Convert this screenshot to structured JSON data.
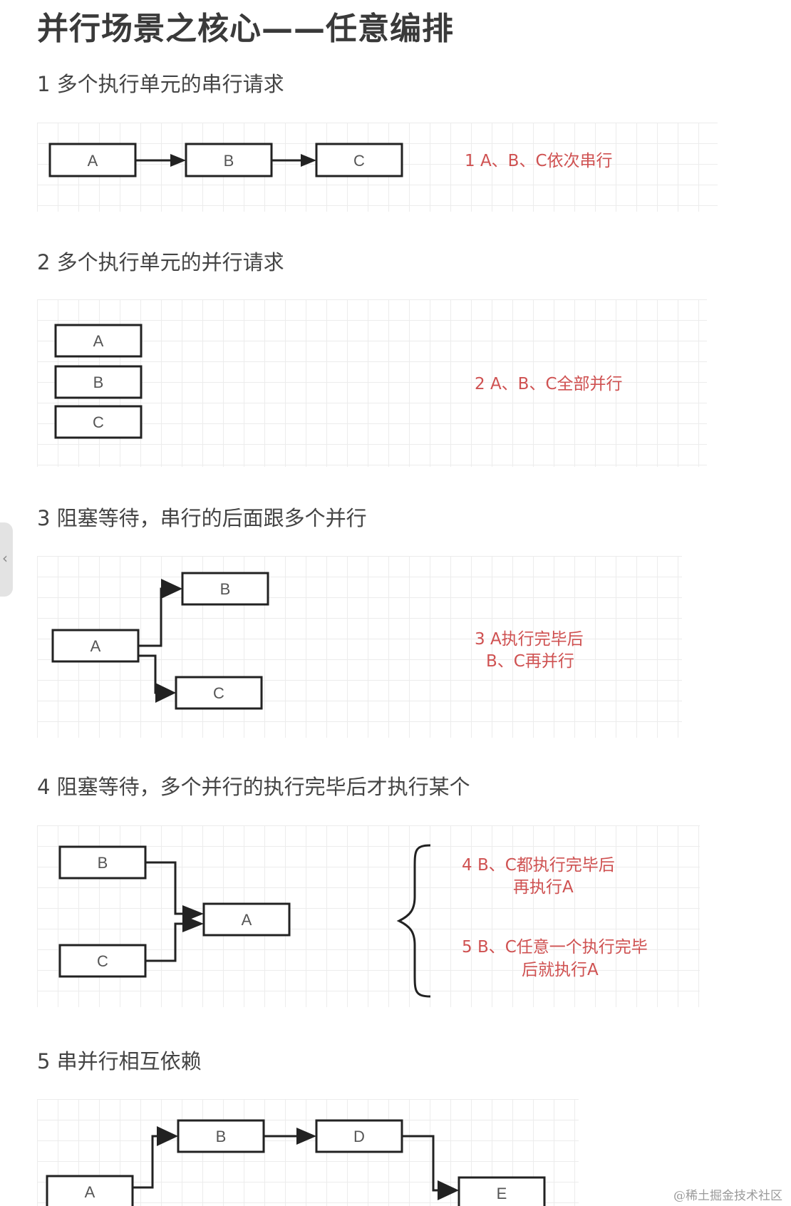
{
  "title": "并行场景之核心——任意编排",
  "sections": [
    {
      "heading": "1 多个执行单元的串行请求",
      "nodes": [
        "A",
        "B",
        "C"
      ],
      "notes": [
        "1 A、B、C依次串行"
      ]
    },
    {
      "heading": "2 多个执行单元的并行请求",
      "nodes": [
        "A",
        "B",
        "C"
      ],
      "notes": [
        "2 A、B、C全部并行"
      ]
    },
    {
      "heading": "3 阻塞等待，串行的后面跟多个并行",
      "nodes": [
        "A",
        "B",
        "C"
      ],
      "notes": [
        "3 A执行完毕后",
        "B、C再并行"
      ]
    },
    {
      "heading": "4 阻塞等待，多个并行的执行完毕后才执行某个",
      "nodes": [
        "B",
        "C",
        "A"
      ],
      "notes": [
        "4 B、C都执行完毕后",
        "再执行A",
        "5 B、C任意一个执行完毕",
        "后就执行A"
      ]
    },
    {
      "heading": "5 串并行相互依赖",
      "nodes": [
        "A",
        "B",
        "D",
        "E"
      ],
      "notes": []
    }
  ],
  "side_tab": {
    "icon": "chevron-left-icon",
    "glyph": "‹"
  },
  "watermark": "@稀土掘金技术社区",
  "colors": {
    "note": "#cf5151",
    "grid": "#ececec",
    "stroke": "#222222"
  }
}
